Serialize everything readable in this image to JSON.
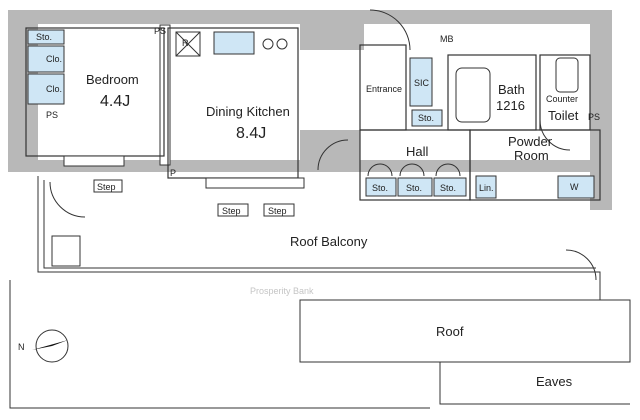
{
  "labels": {
    "bedroom": "Bedroom",
    "bedroom_area": "4.4J",
    "dining_kitchen": "Dining Kitchen",
    "dining_kitchen_area": "8.4J",
    "entrance": "Entrance",
    "sic": "SIC",
    "mb": "MB",
    "bath": "Bath",
    "bath_size": "1216",
    "counter": "Counter",
    "toilet": "Toilet",
    "hall": "Hall",
    "powder_room": "Powder\nRoom",
    "lin": "Lin.",
    "w": "W",
    "step": "Step",
    "roof_balcony": "Roof Balcony",
    "roof": "Roof",
    "eaves": "Eaves",
    "north": "N",
    "ps": "PS",
    "p": "P",
    "r": "R",
    "sto": "Sto.",
    "clo": "Clo."
  },
  "watermark": "Prosperity Bank",
  "colors": {
    "wall": "#b8b8b8",
    "wall_dark": "#8f8f8f",
    "line": "#333333",
    "storage": "#cfe6f5"
  }
}
